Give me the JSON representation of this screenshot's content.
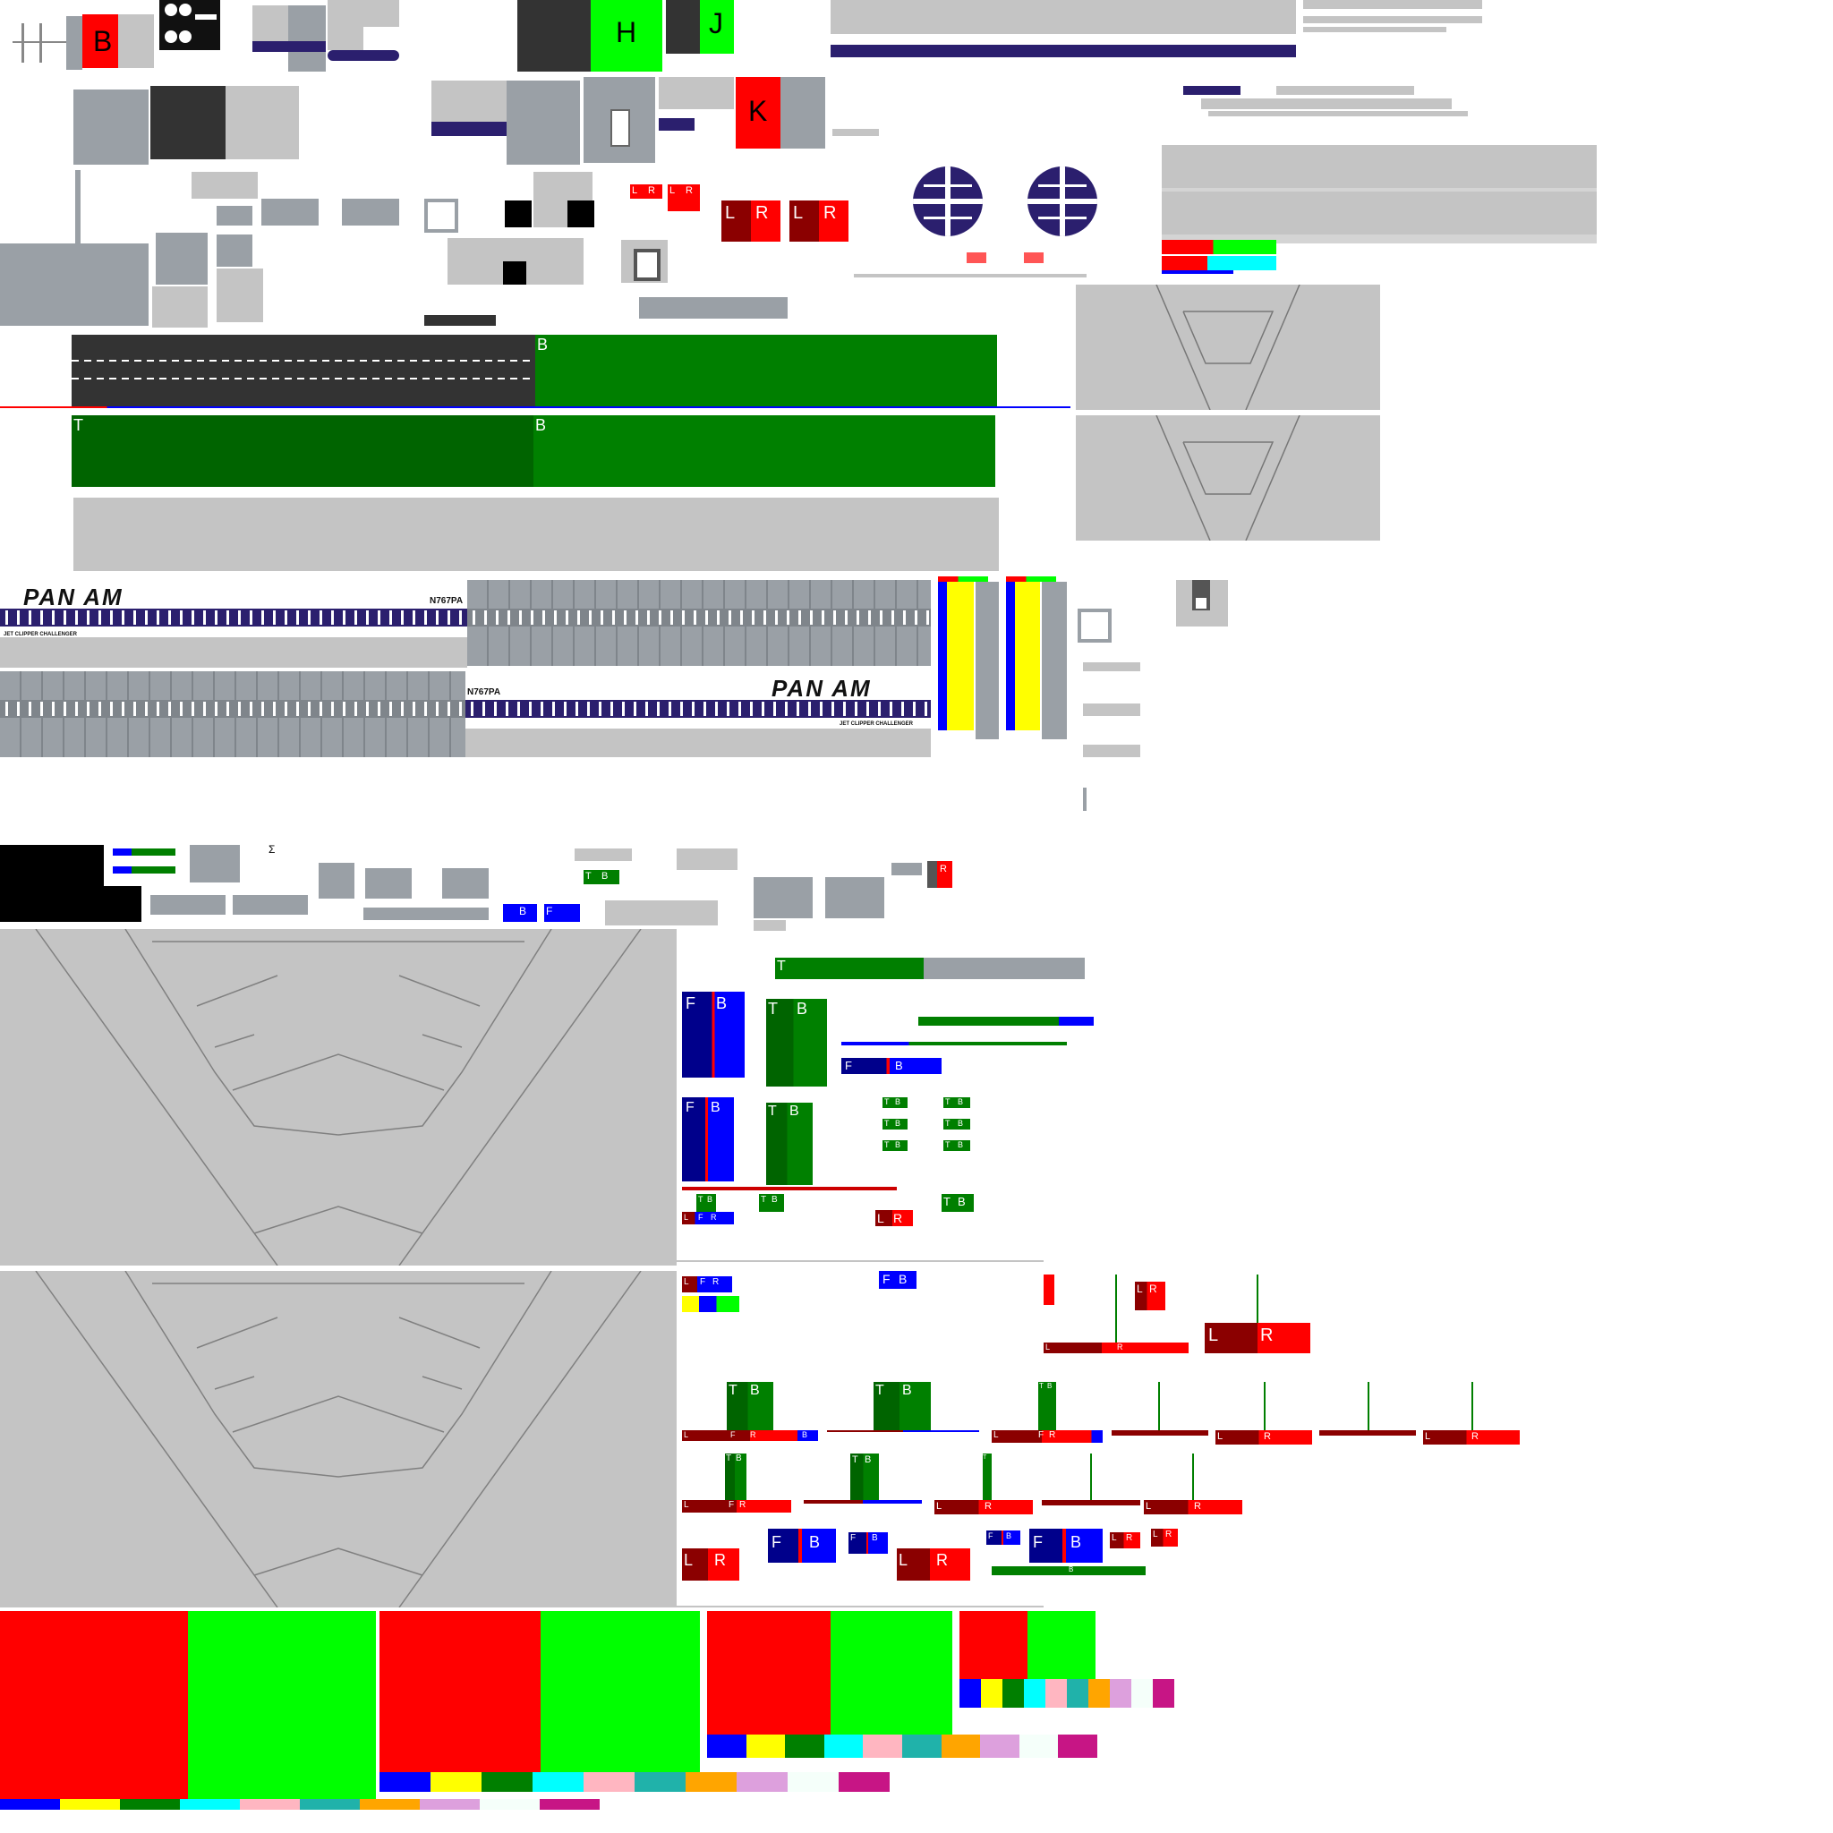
{
  "tiles": {
    "top_b": "B",
    "top_h": "H",
    "top_j": "J",
    "top_k": "K"
  },
  "panels": {
    "b_label_1": "B",
    "t_label_2": "T",
    "b_label_2": "B"
  },
  "livery": {
    "airline": "PAN AM",
    "registration": "N767PA",
    "clipper_name": "JET CLIPPER CHALLENGER"
  },
  "labels": {
    "l": "L",
    "r": "R",
    "t": "T",
    "b": "B",
    "f": "F"
  },
  "misc": {
    "sigma_label": "Σ"
  },
  "colors": {
    "red": "#ff0000",
    "green": "#00ff00",
    "dark_green": "#007f00",
    "blue": "#0000ff",
    "yellow": "#ffff00",
    "cyan": "#00ffff",
    "pink": "#ffb6c1",
    "teal": "#20b2aa",
    "orange": "#ffa500",
    "plum": "#dda0dd",
    "ivory": "#f5fffa",
    "magenta": "#c71585",
    "navy": "#2b1f6e",
    "light_gray": "#c4c4c4"
  },
  "icons": [
    "globe-icon",
    "globe-icon"
  ]
}
